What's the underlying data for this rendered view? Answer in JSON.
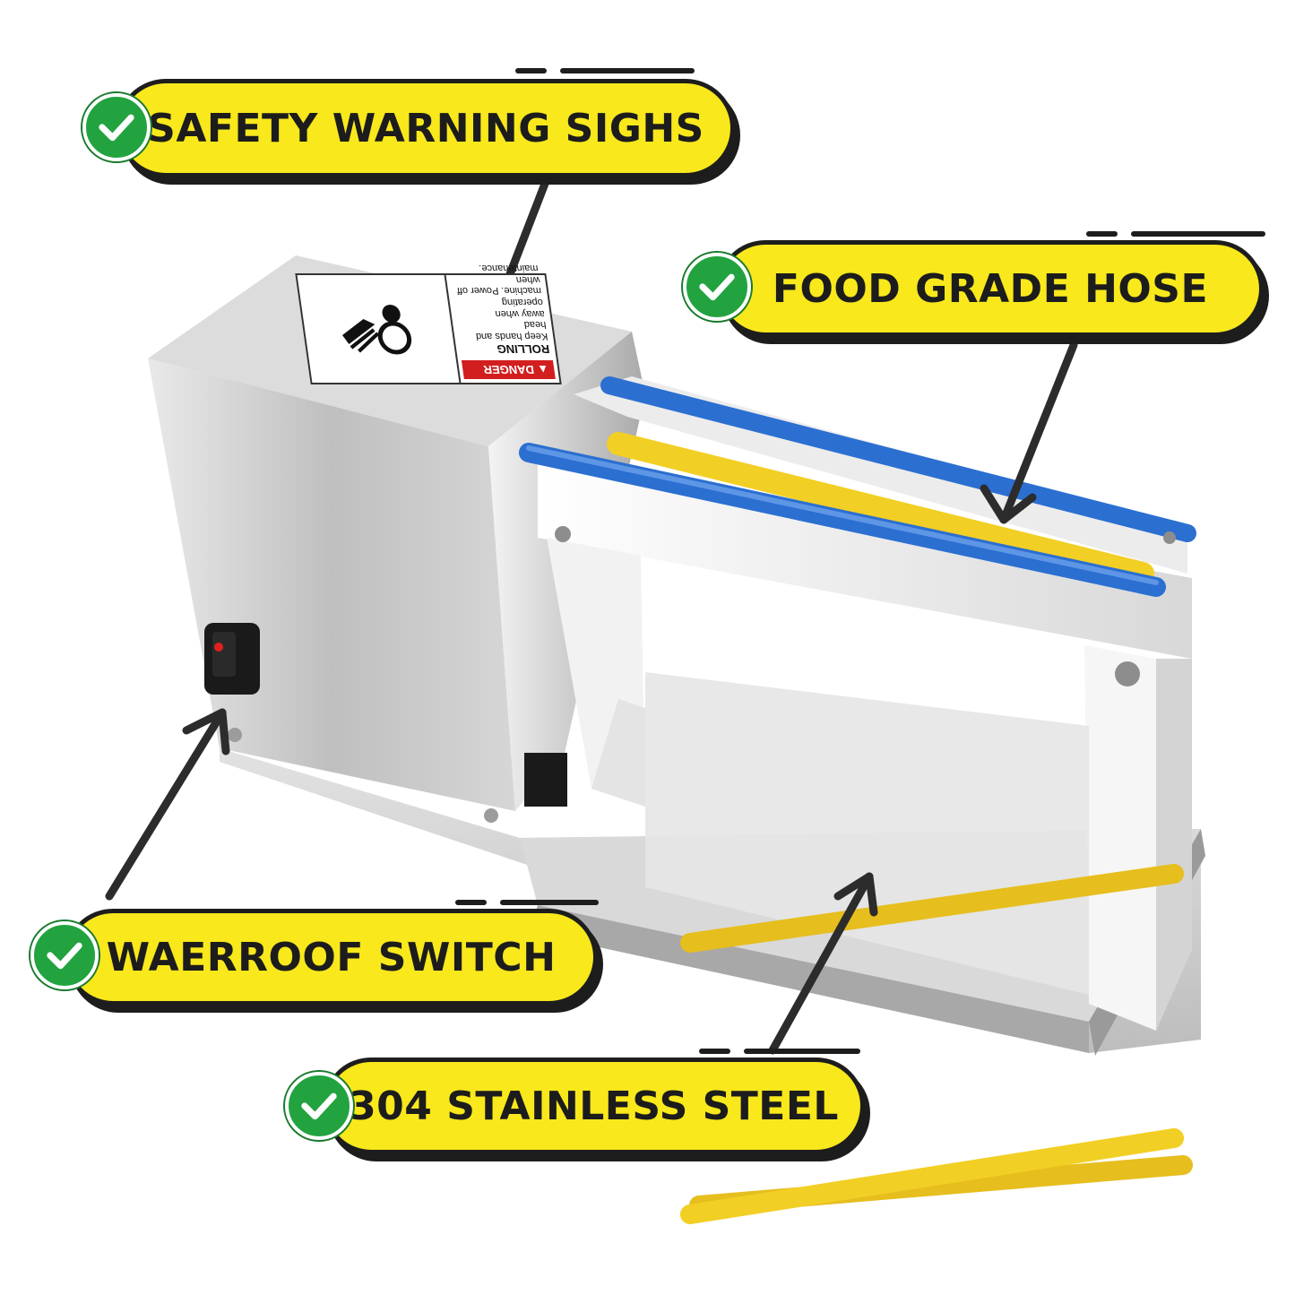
{
  "callouts": [
    {
      "text": "SAFETY WARNING SIGHS",
      "icon": "check-icon"
    },
    {
      "text": "FOOD GRADE HOSE",
      "icon": "check-icon"
    },
    {
      "text": "WAERROOF SWITCH",
      "icon": "check-icon"
    },
    {
      "text": "304 STAINLESS STEEL",
      "icon": "check-icon"
    }
  ],
  "warning_label": {
    "header": "▲ DANGER",
    "title": "ROLLING",
    "lines": [
      "Keep hands and head",
      "away when operating",
      "machine. Power off when",
      "maintenance."
    ],
    "icon": "hand-rollers-icon"
  },
  "colors": {
    "pill_fill": "#f8e81c",
    "outline": "#1d1d1d",
    "check_green": "#22a33f",
    "hose_blue": "#2b6fd1",
    "hose_yellow": "#f2cf24",
    "steel": "#c9c9c9",
    "danger_red": "#d21e1e"
  }
}
